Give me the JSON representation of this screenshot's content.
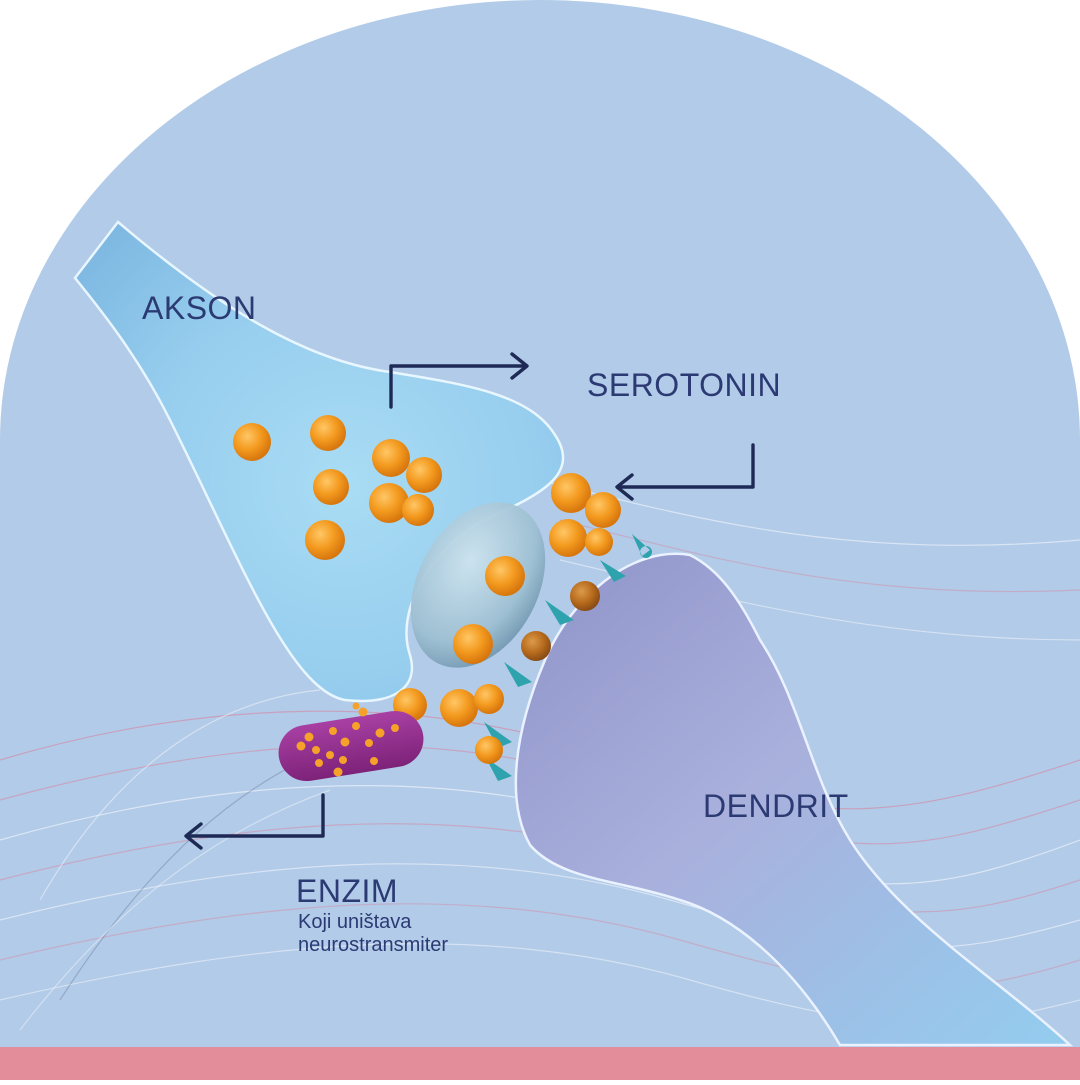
{
  "labels": {
    "axon": "AKSON",
    "neurotransmitter": "SEROTONIN",
    "dendrite": "DENDRIT",
    "enzyme": "ENZIM",
    "enzyme_description": [
      "Koji uništava",
      "neurostransmiter"
    ]
  },
  "colors": {
    "background": "#b2cbe8",
    "axon": "#9fd2ef",
    "dendrite": "#a3a9d7",
    "serotonin": "#f39a1f",
    "enzyme": "#8f2a8c",
    "receptor": "#2fa3ad",
    "label_text": "#2c3a74",
    "bottom_band": "#e38d9a"
  },
  "icons": [
    "arrow-right-icon",
    "arrow-left-icon"
  ]
}
